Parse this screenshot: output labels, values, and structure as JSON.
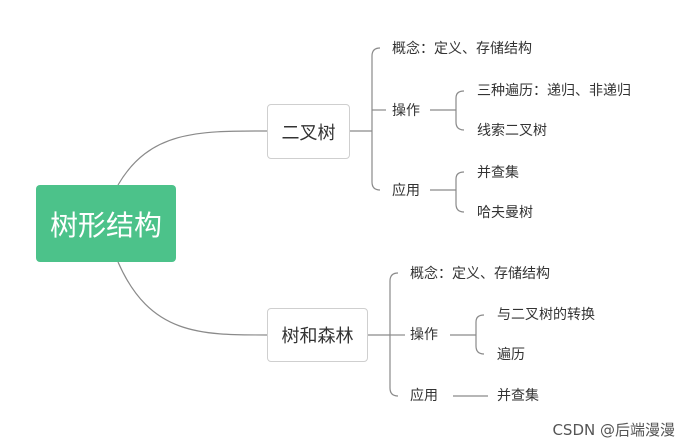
{
  "root": {
    "label": "树形结构"
  },
  "branches": [
    {
      "label": "二叉树",
      "children": [
        {
          "label": "概念：定义、存储结构"
        },
        {
          "label": "操作",
          "children": [
            {
              "label": "三种遍历：递归、非递归"
            },
            {
              "label": "线索二叉树"
            }
          ]
        },
        {
          "label": "应用",
          "children": [
            {
              "label": "并查集"
            },
            {
              "label": "哈夫曼树"
            }
          ]
        }
      ]
    },
    {
      "label": "树和森林",
      "children": [
        {
          "label": "概念：定义、存储结构"
        },
        {
          "label": "操作",
          "children": [
            {
              "label": "与二叉树的转换"
            },
            {
              "label": "遍历"
            }
          ]
        },
        {
          "label": "应用",
          "children": [
            {
              "label": "并查集"
            }
          ]
        }
      ]
    }
  ],
  "watermark": "CSDN @后端漫漫",
  "colors": {
    "root_fill": "#4cc28a",
    "line": "#8a8a8a",
    "branch_border": "#cfcfcf"
  }
}
